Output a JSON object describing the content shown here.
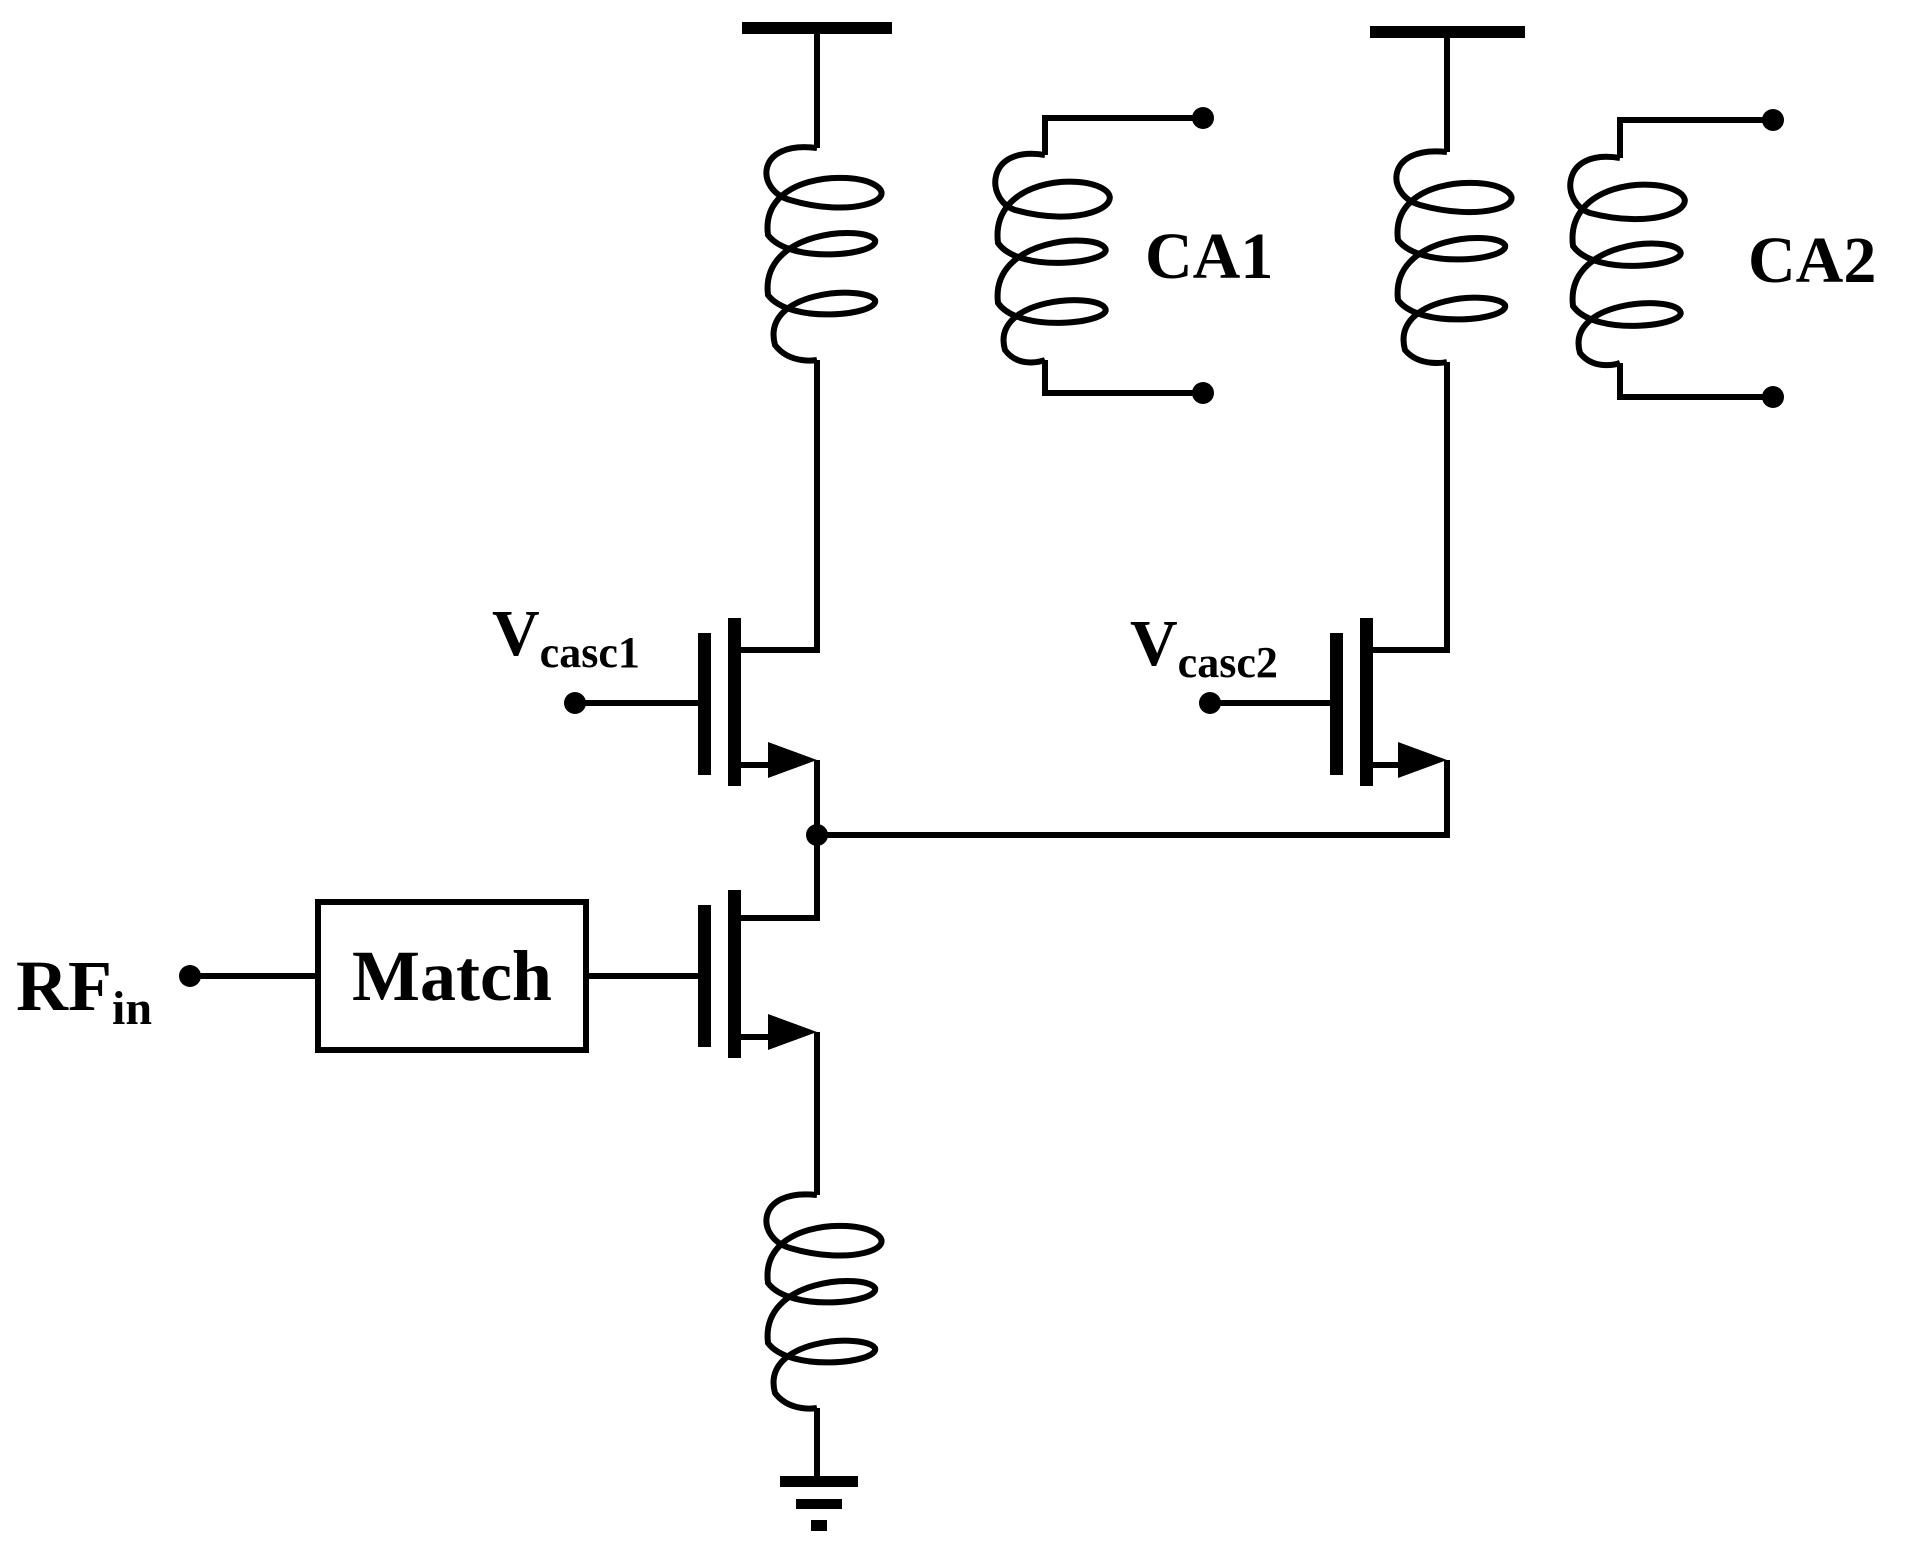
{
  "labels": {
    "ca1": "CA1",
    "ca2": "CA2",
    "vcasc1_main": "V",
    "vcasc1_sub": "casc1",
    "vcasc2_main": "V",
    "vcasc2_sub": "casc2",
    "rfin_main": "RF",
    "rfin_sub": "in",
    "match": "Match"
  },
  "components": [
    "supply-1",
    "supply-2",
    "load-inductor-1",
    "coupled-coil-ca1",
    "load-inductor-2",
    "coupled-coil-ca2",
    "cascode-transistor-1",
    "cascode-transistor-2",
    "input-transistor",
    "matching-network",
    "source-degeneration-inductor",
    "ground"
  ]
}
